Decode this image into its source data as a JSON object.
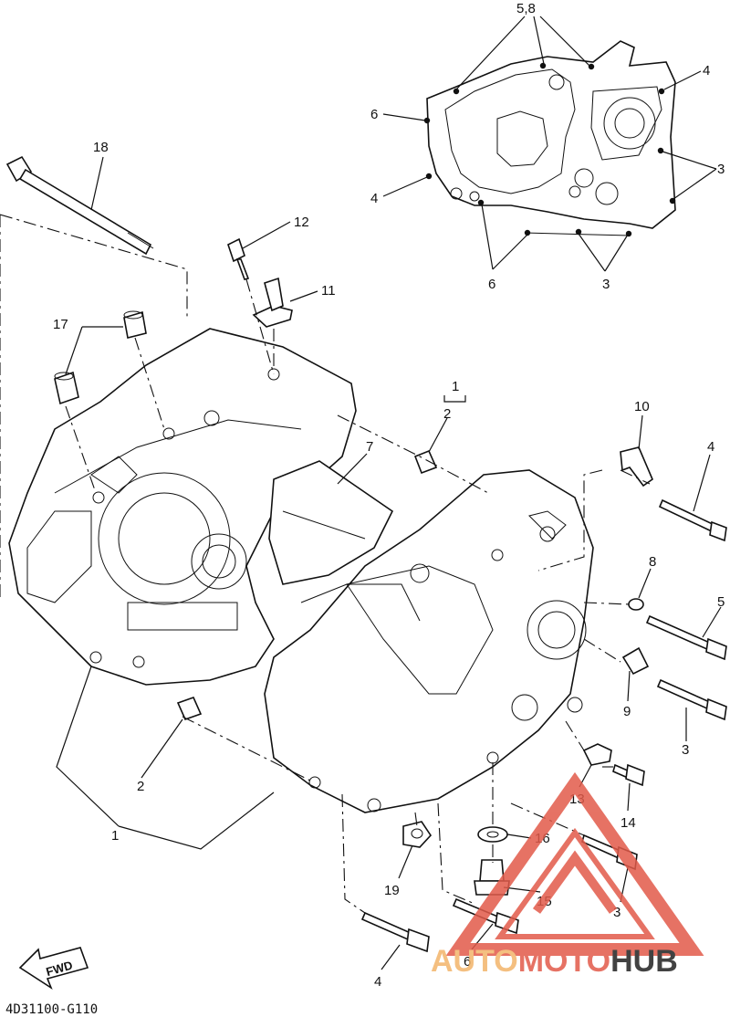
{
  "callouts": [
    {
      "id": "c-58",
      "text": "5,8"
    },
    {
      "id": "c-4a",
      "text": "4"
    },
    {
      "id": "c-6a",
      "text": "6"
    },
    {
      "id": "c-4b",
      "text": "4"
    },
    {
      "id": "c-3a",
      "text": "3"
    },
    {
      "id": "c-6b",
      "text": "6"
    },
    {
      "id": "c-3b",
      "text": "3"
    },
    {
      "id": "c-18",
      "text": "18"
    },
    {
      "id": "c-12",
      "text": "12"
    },
    {
      "id": "c-11",
      "text": "11"
    },
    {
      "id": "c-17",
      "text": "17"
    },
    {
      "id": "c-1a",
      "text": "1"
    },
    {
      "id": "c-2a",
      "text": "2"
    },
    {
      "id": "c-7",
      "text": "7"
    },
    {
      "id": "c-10",
      "text": "10"
    },
    {
      "id": "c-4c",
      "text": "4"
    },
    {
      "id": "c-8",
      "text": "8"
    },
    {
      "id": "c-5",
      "text": "5"
    },
    {
      "id": "c-9",
      "text": "9"
    },
    {
      "id": "c-3c",
      "text": "3"
    },
    {
      "id": "c-13",
      "text": "13"
    },
    {
      "id": "c-14",
      "text": "14"
    },
    {
      "id": "c-2b",
      "text": "2"
    },
    {
      "id": "c-1b",
      "text": "1"
    },
    {
      "id": "c-16",
      "text": "16"
    },
    {
      "id": "c-19",
      "text": "19"
    },
    {
      "id": "c-15",
      "text": "15"
    },
    {
      "id": "c-3d",
      "text": "3"
    },
    {
      "id": "c-6c",
      "text": "6"
    },
    {
      "id": "c-4d",
      "text": "4"
    }
  ],
  "reference_code": "4D31100-G110",
  "fwd_label": "FWD",
  "watermark": {
    "part1": "AUTO",
    "part2": "MOTO",
    "part3": "HUB",
    "color_triangle": "#e25a4a",
    "color_auto": "#f3b56a"
  }
}
